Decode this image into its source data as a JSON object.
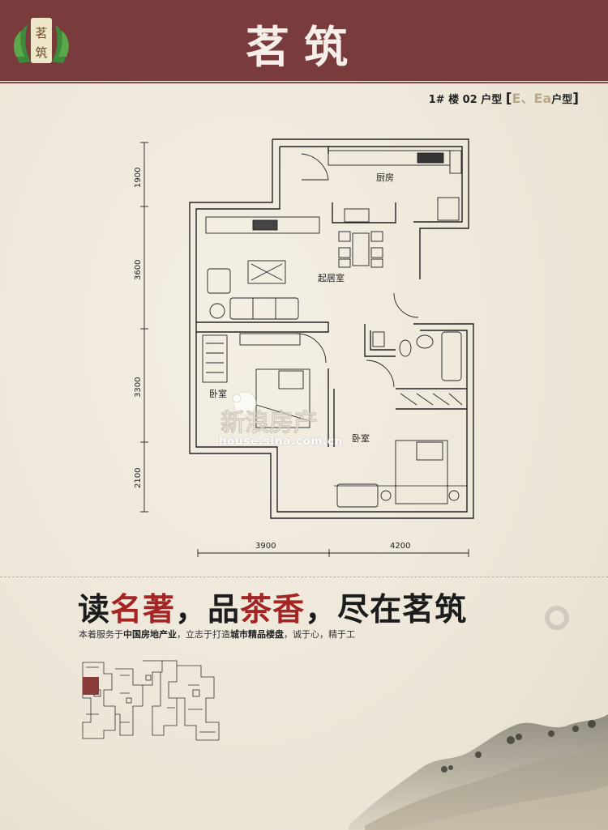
{
  "header": {
    "title": "茗筑",
    "logo_text": "茗筑",
    "colors": {
      "banner": "#7a3b3d",
      "accent_red": "#a52525"
    }
  },
  "unit_info": {
    "prefix": "1# 楼 02 户型",
    "bracket_open": "[",
    "unit_type": "E、Ea",
    "suffix": "户型",
    "bracket_close": "]"
  },
  "floor_plan": {
    "rooms": {
      "kitchen": "厨房",
      "living_room": "起居室",
      "bedroom_left": "卧室",
      "bedroom_right": "卧室"
    },
    "dimensions": {
      "vertical": [
        "1900",
        "3600",
        "3300",
        "2100"
      ],
      "horizontal": [
        "3900",
        "4200"
      ]
    }
  },
  "watermark": {
    "logo_text": "新浪房产",
    "url": "house.sina.com.cn"
  },
  "slogan": {
    "part1": "读",
    "part2": "名著",
    "part3": "，品",
    "part4": "茶香",
    "part5": "，尽在茗筑"
  },
  "tagline": {
    "t1": "本着服务于",
    "b1": "中国房地产业",
    "t2": "，立志于打造",
    "b2": "城市精品楼盘",
    "t3": "，诚于心，精于工"
  },
  "icons": [
    "leaf-logo-icon",
    "ring-icon",
    "site-plan-icon",
    "landscape-painting-icon"
  ]
}
